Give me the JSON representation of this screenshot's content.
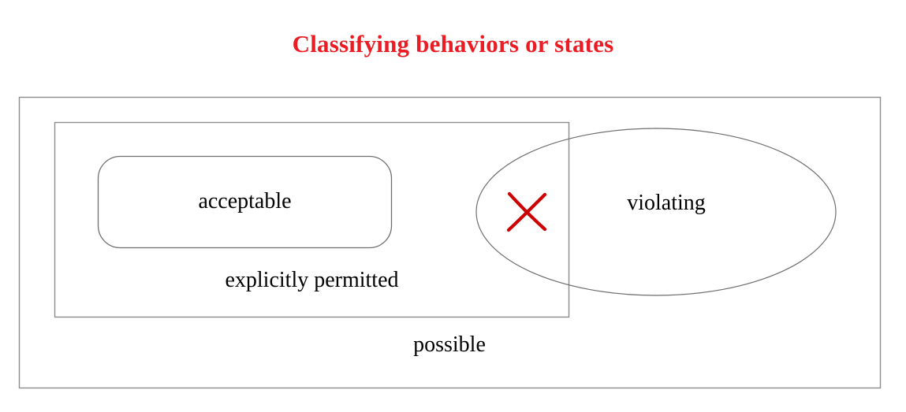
{
  "title": {
    "text": "Classifying behaviors or states",
    "color": "#ec1c24"
  },
  "diagram": {
    "type": "nested-set-venn",
    "stroke_color": "#808080",
    "mark_color": "#cc0000",
    "regions": [
      {
        "name": "possible",
        "label": "possible",
        "shape": "rectangle",
        "level": 0
      },
      {
        "name": "explicitly-permitted",
        "label": "explicitly permitted",
        "shape": "rectangle",
        "level": 1
      },
      {
        "name": "acceptable",
        "label": "acceptable",
        "shape": "rounded-rectangle",
        "level": 2
      },
      {
        "name": "violating",
        "label": "violating",
        "shape": "ellipse",
        "level": 1
      }
    ],
    "overlap_mark": {
      "name": "contradiction-x",
      "glyph": "x-mark",
      "color": "#cc0000"
    }
  }
}
